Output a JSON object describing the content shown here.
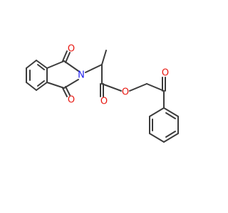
{
  "molecule": {
    "atoms": [
      {
        "id": "O1",
        "element": "O",
        "label": "O",
        "color": "#e8160f"
      },
      {
        "id": "N",
        "element": "N",
        "label": "N",
        "color": "#1c1cee"
      },
      {
        "id": "O2",
        "element": "O",
        "label": "O",
        "color": "#e8160f"
      },
      {
        "id": "O3",
        "element": "O",
        "label": "O",
        "color": "#e8160f"
      },
      {
        "id": "O4",
        "element": "O",
        "label": "O",
        "color": "#e8160f"
      },
      {
        "id": "O5",
        "element": "O",
        "label": "O",
        "color": "#e8160f"
      }
    ],
    "bond_color": "#3c3c3c"
  }
}
